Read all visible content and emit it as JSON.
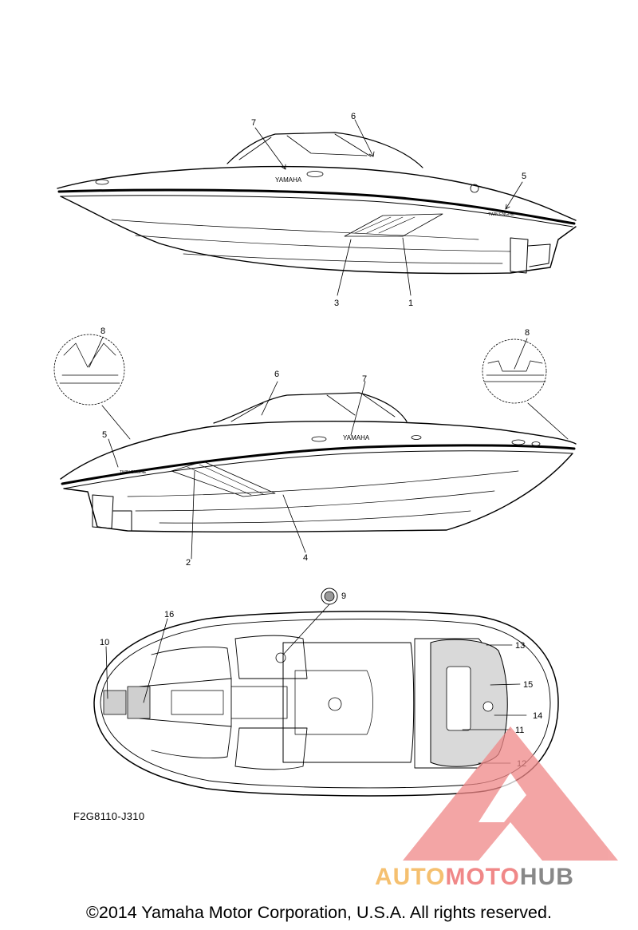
{
  "diagram": {
    "part_code": "F2G8110-J310",
    "copyright": "©2014 Yamaha Motor Corporation, U.S.A. All rights reserved.",
    "brand_decal": "YAMAHA",
    "model_decal": "TWIN ENGINE",
    "callouts": [
      "1",
      "2",
      "3",
      "4",
      "5",
      "6",
      "7",
      "8",
      "9",
      "10",
      "11",
      "12",
      "13",
      "14",
      "15",
      "16"
    ]
  },
  "watermark": {
    "part1": "AUTO",
    "part2": "MOTO",
    "part3": "HUB",
    "colors": [
      "#f5c070",
      "#f08888",
      "#888888"
    ]
  }
}
